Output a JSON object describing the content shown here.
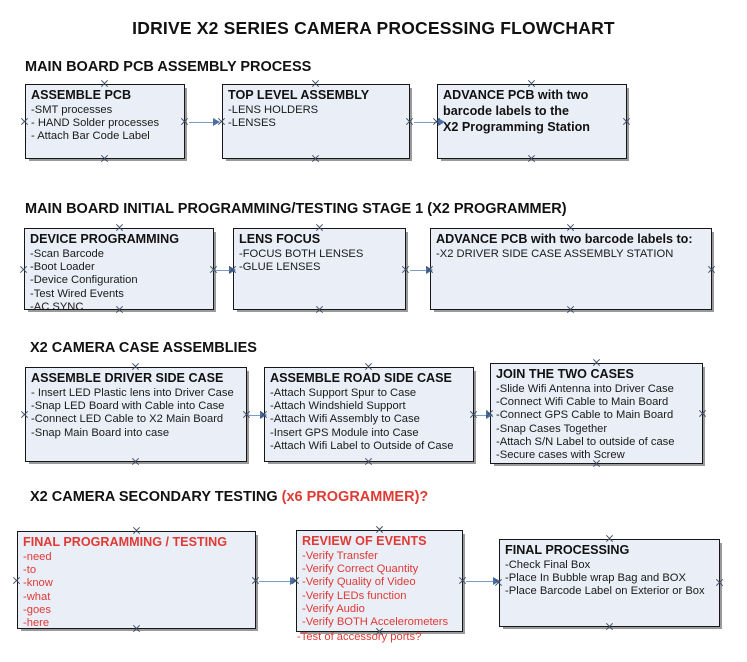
{
  "document": {
    "title": "IDRIVE X2  SERIES CAMERA PROCESSING FLOWCHART"
  },
  "colors": {
    "box_fill": "#e9eef7",
    "box_border": "#161616",
    "box_shadow": "#9a9a9a",
    "connector": "#7b9cc4",
    "arrow": "#4a6fa5",
    "text": "#1a1a1a",
    "accent_red": "#e03a34"
  },
  "sections": [
    {
      "heading": "MAIN BOARD PCB ASSEMBLY PROCESS",
      "heading_accent": "",
      "nodes": [
        {
          "header": "ASSEMBLE PCB",
          "lines": [
            "-SMT processes",
            "- HAND Solder processes",
            "- Attach Bar Code Label"
          ]
        },
        {
          "header": "TOP LEVEL ASSEMBLY",
          "lines": [
            "-LENS HOLDERS",
            "-LENSES"
          ]
        },
        {
          "header": "ADVANCE PCB with two",
          "lines": [
            "barcode labels to the",
            " X2 Programming Station"
          ]
        }
      ]
    },
    {
      "heading": "MAIN BOARD INITIAL PROGRAMMING/TESTING STAGE 1 (X2 PROGRAMMER)",
      "heading_accent": "",
      "nodes": [
        {
          "header": "DEVICE PROGRAMMING",
          "lines": [
            "-Scan Barcode",
            "-Boot Loader",
            "-Device Configuration",
            "-Test Wired Events",
            "-AC SYNC"
          ]
        },
        {
          "header": "LENS FOCUS",
          "lines": [
            "-FOCUS BOTH LENSES",
            "-GLUE LENSES"
          ]
        },
        {
          "header": "ADVANCE PCB with two barcode labels to:",
          "lines": [
            "-X2 DRIVER  SIDE  CASE  ASSEMBLY STATION"
          ]
        }
      ]
    },
    {
      "heading": "X2 CAMERA CASE ASSEMBLIES",
      "heading_accent": "",
      "nodes": [
        {
          "header": "ASSEMBLE DRIVER SIDE CASE",
          "lines": [
            "- Insert LED Plastic lens into Driver Case",
            "-Snap LED Board with Cable into Case",
            "-Connect LED Cable to X2 Main Board",
            "-Snap Main Board into case"
          ]
        },
        {
          "header": "ASSEMBLE ROAD SIDE CASE",
          "lines": [
            "-Attach Support Spur to Case",
            "-Attach Windshield Support",
            "-Attach Wifi Assembly to Case",
            "-Insert GPS Module into Case",
            "-Attach Wifi Label to Outside of Case"
          ]
        },
        {
          "header": "JOIN THE TWO CASES",
          "lines": [
            "-Slide Wifi Antenna into Driver Case",
            "-Connect Wifi Cable to Main Board",
            "-Connect GPS Cable to Main Board",
            "-Snap Cases Together",
            "-Attach S/N Label to outside of case",
            "-Secure cases with Screw"
          ]
        }
      ]
    },
    {
      "heading": "X2 CAMERA SECONDARY TESTING ",
      "heading_accent": "(x6 PROGRAMMER)?",
      "nodes": [
        {
          "header": "FINAL PROGRAMMING / TESTING",
          "lines": [
            "-need",
            "-to",
            "-know",
            "-what",
            "-goes",
            "-here"
          ]
        },
        {
          "header": "REVIEW OF EVENTS",
          "lines": [
            "-Verify Transfer",
            "-Verify Correct Quantity",
            "-Verify Quality of Video",
            "-Verify LEDs function",
            "-Verify Audio",
            "-Verify BOTH Accelerometers"
          ],
          "overflow_line": "-Test of accessory ports?"
        },
        {
          "header": "FINAL PROCESSING",
          "lines": [
            " -Check Final Box",
            "-Place In Bubble wrap Bag and BOX",
            "-Place Barcode Label on Exterior or Box"
          ]
        }
      ]
    }
  ]
}
